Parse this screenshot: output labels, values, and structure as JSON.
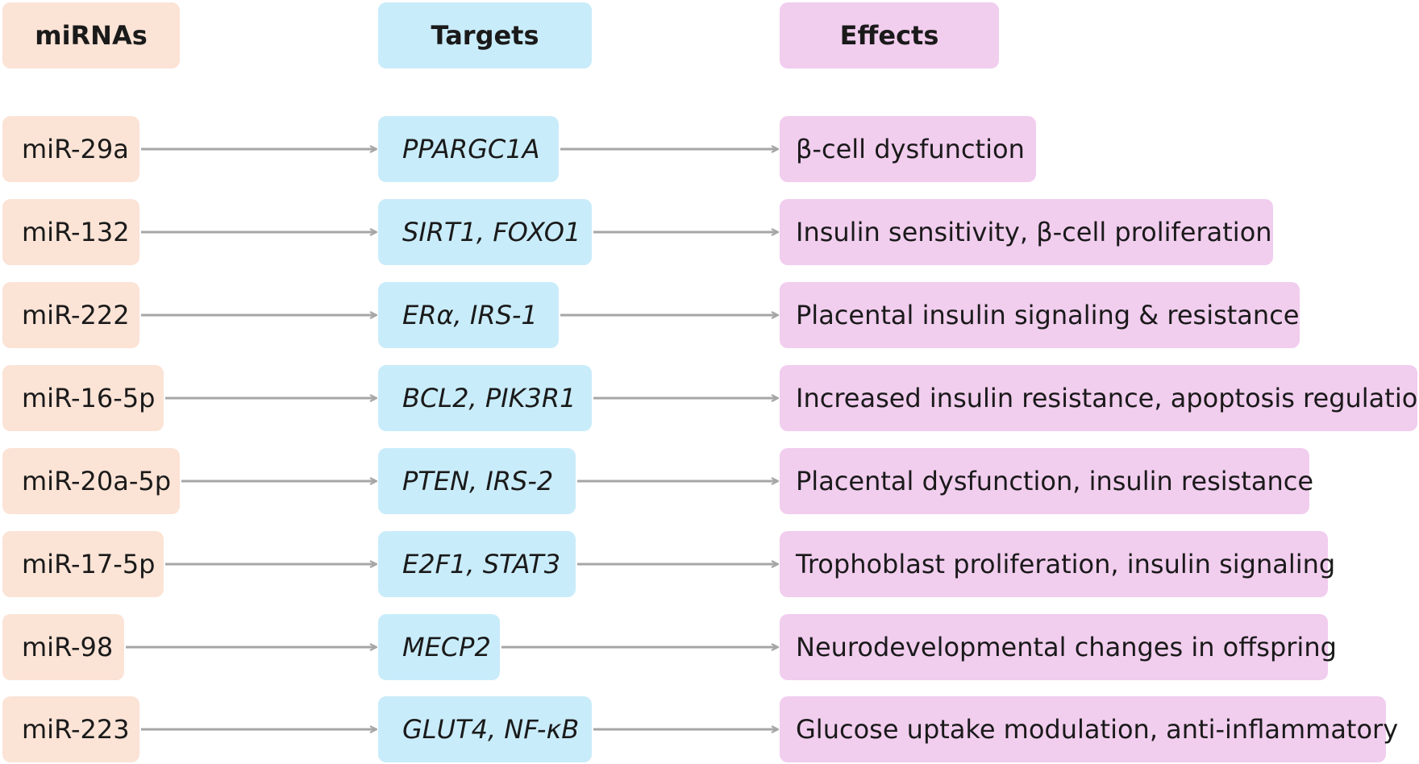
{
  "headers": {
    "mirnas": "miRNAs",
    "targets": "Targets",
    "effects": "Effects"
  },
  "rows": [
    {
      "mirna": "miR-29a",
      "target": "PPARGC1A",
      "effect": "β-cell dysfunction"
    },
    {
      "mirna": "miR-132",
      "target": "SIRT1, FOXO1",
      "effect": "Insulin sensitivity, β-cell proliferation"
    },
    {
      "mirna": "miR-222",
      "target": "ERα, IRS-1",
      "effect": "Placental insulin signaling & resistance"
    },
    {
      "mirna": "miR-16-5p",
      "target": "BCL2, PIK3R1",
      "effect": "Increased insulin resistance, apoptosis regulation"
    },
    {
      "mirna": "miR-20a-5p",
      "target": "PTEN, IRS-2",
      "effect": "Placental dysfunction, insulin resistance"
    },
    {
      "mirna": "miR-17-5p",
      "target": "E2F1, STAT3",
      "effect": "Trophoblast proliferation, insulin signaling"
    },
    {
      "mirna": "miR-98",
      "target": "MECP2",
      "effect": "Neurodevelopmental changes in offspring"
    },
    {
      "mirna": "miR-223",
      "target": "GLUT4, NF-κB",
      "effect": "Glucose uptake modulation, anti-inflammatory"
    }
  ],
  "colors": {
    "mirna_fill": "#fbe3d6",
    "target_fill": "#c9ecfa",
    "effect_fill": "#f1cdee",
    "arrow": "#a6a6a6"
  }
}
